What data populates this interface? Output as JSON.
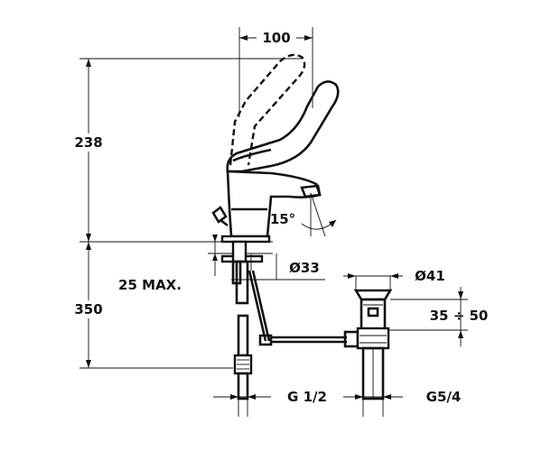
{
  "labels": {
    "lever_reach": "100",
    "tap_height": "238",
    "lever_angle": "15°",
    "deck_thickness": "25 MAX.",
    "hole_diameter": "Ø33",
    "below_deck": "350",
    "waste_diameter": "Ø41",
    "waste_range": "35 ÷ 50",
    "inlet_thread": "G 1/2",
    "waste_thread": "G5/4"
  },
  "colors": {
    "ink": "#111111",
    "background": "#ffffff"
  }
}
